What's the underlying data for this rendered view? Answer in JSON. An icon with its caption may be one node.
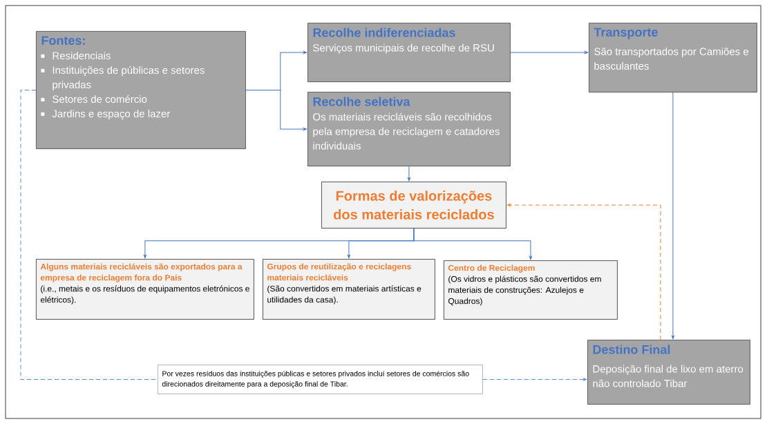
{
  "diagram": {
    "nodes": [
      {
        "text": [
          "Fontes:",
          "Residenciais",
          "Instituições de públicas e setores privadas",
          "Setores de comércio",
          "Jardins e espaço de lazer"
        ]
      },
      {
        "text": [
          "Recolhe indiferenciadas",
          "Serviços municipais de recolhe de RSU"
        ]
      },
      {
        "text": [
          "Recolhe seletiva",
          "Os materiais recicláveis são recolhidos pela empresa de reciclagem e catadores individuais"
        ]
      },
      {
        "text": [
          "Transporte",
          "São transportados por Camiões e basculantes"
        ]
      },
      {
        "text": [
          "Formas de valorizações dos materiais reciclados"
        ]
      },
      {
        "text": [
          "Alguns materiais recicláveis são exportados para a empresa de reciclagem fora do Pais",
          "(i.e., metais e os resíduos de equipamentos eletrónicos e elétricos)."
        ]
      },
      {
        "text": [
          "Grupos de reutilização e reciclagens materiais recicláveis",
          "(São convertidos em materiais artísticas e utilidades da casa)."
        ]
      },
      {
        "text": [
          "Centro de Reciclagem",
          "(Os vidros e plásticos são convertidos em materiais de construções: Azulejos e Quadros)"
        ]
      },
      {
        "text": [
          "Destino Final",
          "Deposição final de lixo em aterro não controlado Tibar"
        ]
      },
      {
        "text": [
          "Por vezes resíduos das instituições públicas e setores privados incluí setores de comércios são direcionados direitamente para a deposição final de Tibar."
        ]
      }
    ],
    "edges": [
      {
        "from": 0,
        "to": 1,
        "arrow": "to"
      },
      {
        "from": 0,
        "to": 2,
        "arrow": "to"
      },
      {
        "from": 1,
        "to": 3,
        "arrow": "to"
      },
      {
        "from": 2,
        "to": 4,
        "arrow": "to"
      },
      {
        "from": 4,
        "to": 5,
        "arrow": "to"
      },
      {
        "from": 4,
        "to": 6,
        "arrow": "to"
      },
      {
        "from": 4,
        "to": 7,
        "arrow": "to"
      },
      {
        "from": 3,
        "to": 8,
        "arrow": "to"
      },
      {
        "from": 8,
        "to": 4,
        "arrow": "to",
        "style": "dashed",
        "color": "#ed7d31"
      },
      {
        "from": 0,
        "to": 9,
        "arrow": "none",
        "style": "dashed"
      },
      {
        "from": 9,
        "to": 8,
        "arrow": "to",
        "style": "dashed"
      }
    ]
  }
}
